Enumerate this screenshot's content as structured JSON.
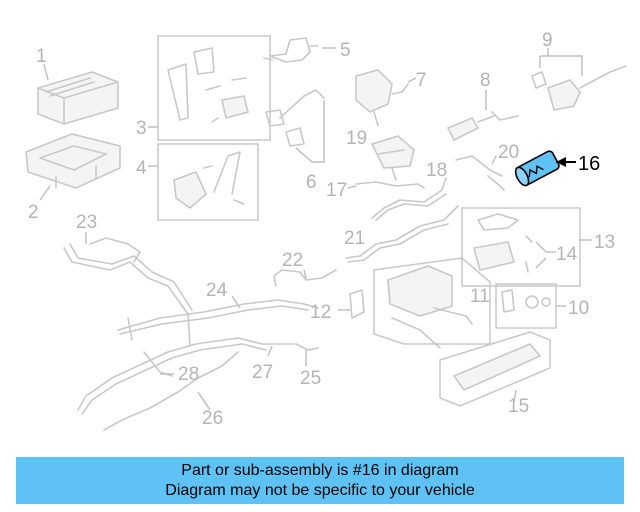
{
  "callouts": {
    "c1": "1",
    "c2": "2",
    "c3": "3",
    "c4": "4",
    "c5": "5",
    "c6": "6",
    "c7": "7",
    "c8": "8",
    "c9": "9",
    "c10": "10",
    "c11": "11",
    "c12": "12",
    "c13": "13",
    "c14": "14",
    "c15": "15",
    "c16": "16",
    "c17": "17",
    "c18": "18",
    "c19": "19",
    "c20": "20",
    "c21": "21",
    "c22": "22",
    "c23": "23",
    "c24": "24",
    "c25": "25",
    "c26": "26",
    "c27": "27",
    "c28": "28"
  },
  "highlight": {
    "part_number": "16",
    "color": "#5ec2f5"
  },
  "banner": {
    "line1": "Part or sub-assembly is #16 in diagram",
    "line2": "Diagram may not be specific to your vehicle",
    "background": "#5ec2f5"
  }
}
